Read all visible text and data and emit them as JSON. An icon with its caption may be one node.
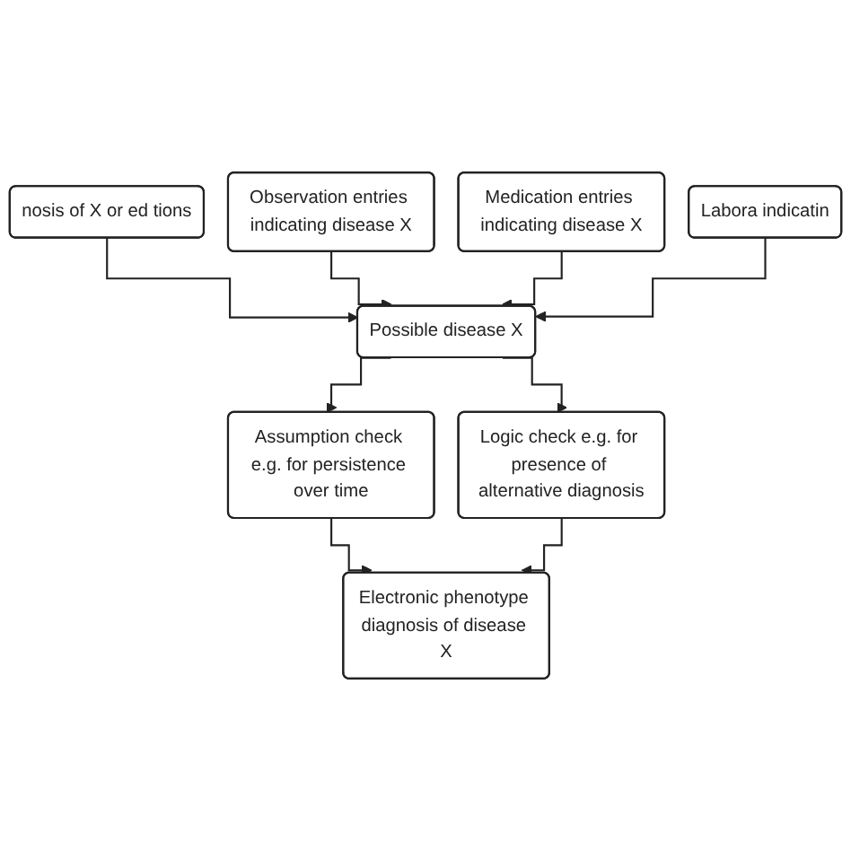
{
  "diagram": {
    "nodes": [
      {
        "text": [
          "nosis of X or ed tions"
        ]
      },
      {
        "text": [
          "Observation entries indicating disease X"
        ]
      },
      {
        "text": [
          "Medication entries indicating disease X"
        ]
      },
      {
        "text": [
          "Labora indicatin"
        ]
      },
      {
        "text": [
          "Possible disease X"
        ]
      },
      {
        "text": [
          "Assumption check e.g. for persistence over time"
        ]
      },
      {
        "text": [
          "Logic check e.g. for presence of alternative diagnosis"
        ]
      },
      {
        "text": [
          "Electronic phenotype diagnosis of disease X"
        ]
      }
    ],
    "edges": [
      {
        "from": 0,
        "to": 4,
        "arrow": "to"
      },
      {
        "from": 1,
        "to": 4,
        "arrow": "to"
      },
      {
        "from": 2,
        "to": 4,
        "arrow": "to"
      },
      {
        "from": 3,
        "to": 4,
        "arrow": "to"
      },
      {
        "from": 4,
        "to": 5,
        "arrow": "to"
      },
      {
        "from": 4,
        "to": 6,
        "arrow": "to"
      },
      {
        "from": 5,
        "to": 7,
        "arrow": "to"
      },
      {
        "from": 6,
        "to": 7,
        "arrow": "to"
      }
    ]
  }
}
